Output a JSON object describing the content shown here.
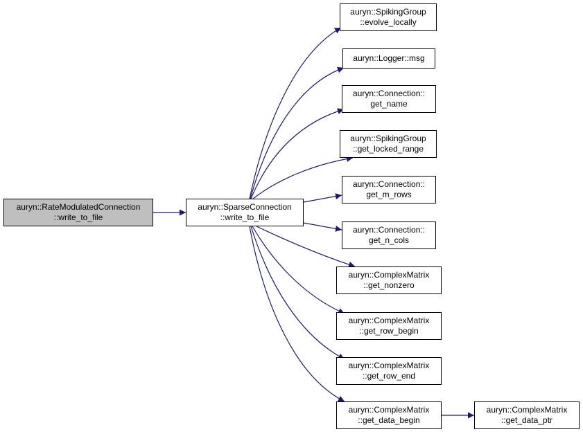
{
  "colors": {
    "edge": "#191970",
    "root_fill": "#bfbfbf",
    "node_fill": "#ffffff",
    "border": "#000000"
  },
  "nodes": {
    "root": {
      "line1": "auryn::RateModulatedConnection",
      "line2": "::write_to_file"
    },
    "sparse": {
      "line1": "auryn::SparseConnection",
      "line2": "::write_to_file"
    },
    "evolve_locally": {
      "line1": "auryn::SpikingGroup",
      "line2": "::evolve_locally"
    },
    "logger_msg": {
      "line1": "auryn::Logger::msg"
    },
    "get_name": {
      "line1": "auryn::Connection::",
      "line2": "get_name"
    },
    "get_locked": {
      "line1": "auryn::SpikingGroup",
      "line2": "::get_locked_range"
    },
    "get_m_rows": {
      "line1": "auryn::Connection::",
      "line2": "get_m_rows"
    },
    "get_n_cols": {
      "line1": "auryn::Connection::",
      "line2": "get_n_cols"
    },
    "get_nonzero": {
      "line1": "auryn::ComplexMatrix",
      "line2": "::get_nonzero"
    },
    "get_row_begin": {
      "line1": "auryn::ComplexMatrix",
      "line2": "::get_row_begin"
    },
    "get_row_end": {
      "line1": "auryn::ComplexMatrix",
      "line2": "::get_row_end"
    },
    "get_data_begin": {
      "line1": "auryn::ComplexMatrix",
      "line2": "::get_data_begin"
    },
    "get_data_ptr": {
      "line1": "auryn::ComplexMatrix",
      "line2": "::get_data_ptr"
    }
  },
  "edges": [
    {
      "from": "root",
      "to": "sparse"
    },
    {
      "from": "sparse",
      "to": "evolve_locally"
    },
    {
      "from": "sparse",
      "to": "logger_msg"
    },
    {
      "from": "sparse",
      "to": "get_name"
    },
    {
      "from": "sparse",
      "to": "get_locked"
    },
    {
      "from": "sparse",
      "to": "get_m_rows"
    },
    {
      "from": "sparse",
      "to": "get_n_cols"
    },
    {
      "from": "sparse",
      "to": "get_nonzero"
    },
    {
      "from": "sparse",
      "to": "get_row_begin"
    },
    {
      "from": "sparse",
      "to": "get_row_end"
    },
    {
      "from": "sparse",
      "to": "get_data_begin"
    },
    {
      "from": "get_data_begin",
      "to": "get_data_ptr"
    }
  ]
}
